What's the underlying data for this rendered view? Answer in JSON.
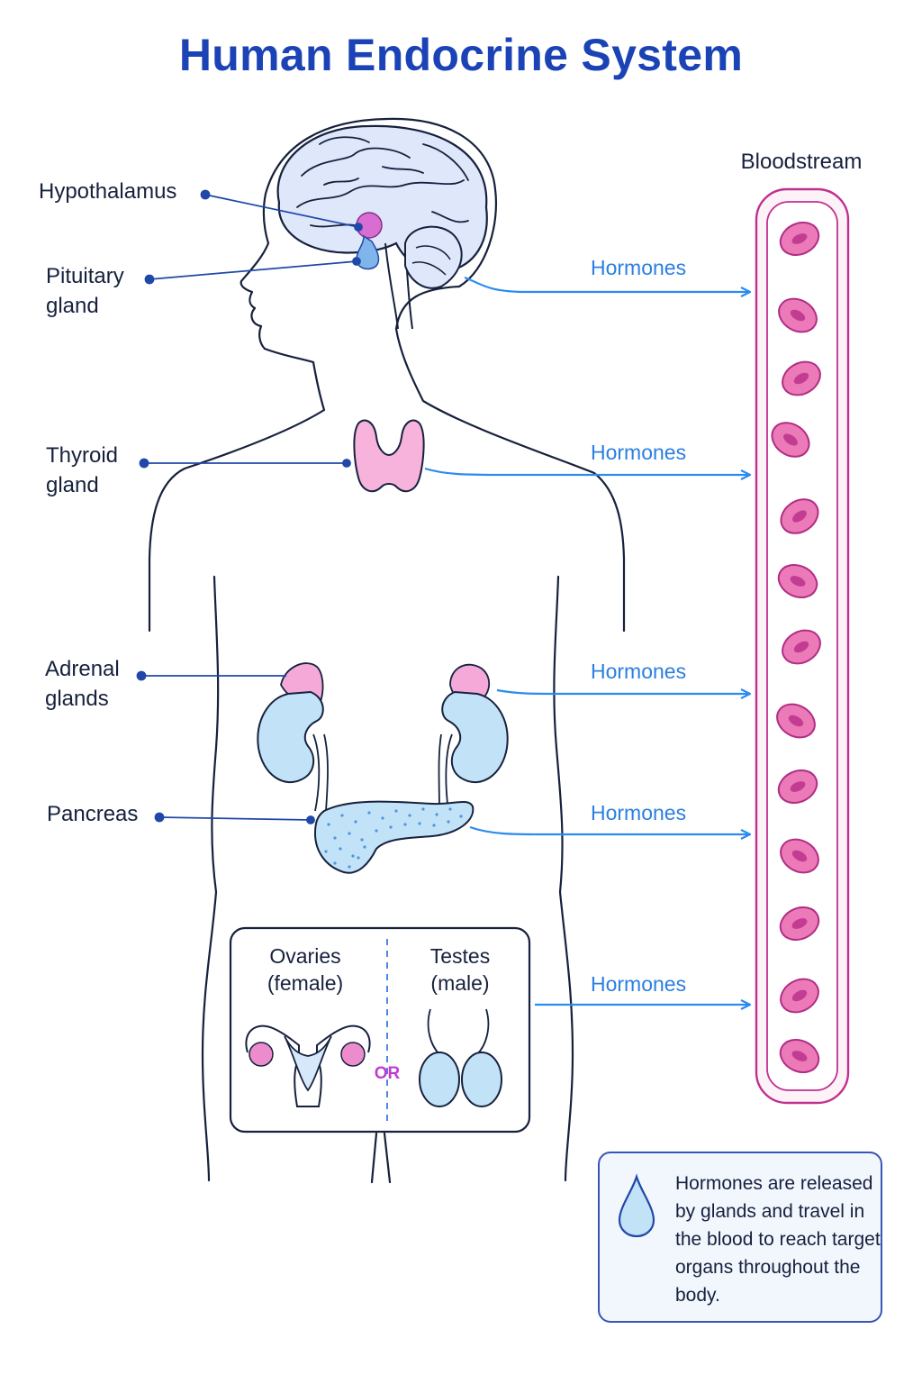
{
  "title": "Human Endocrine System",
  "bloodstream_label": "Bloodstream",
  "glands": [
    {
      "id": "hypothalamus",
      "label": "Hypothalamus"
    },
    {
      "id": "pituitary",
      "label": "Pituitary\ngland"
    },
    {
      "id": "thyroid",
      "label": "Thyroid\ngland"
    },
    {
      "id": "adrenal",
      "label": "Adrenal\nglands"
    },
    {
      "id": "pancreas",
      "label": "Pancreas"
    }
  ],
  "hormone_arrows": [
    "Hormones",
    "Hormones",
    "Hormones",
    "Hormones",
    "Hormones"
  ],
  "reproductive": {
    "ovaries_label": "Ovaries\n(female)",
    "testes_label": "Testes\n(male)",
    "or_label": "OR"
  },
  "info_box": {
    "text": "Hormones are released by glands and travel in the blood to reach target organs throughout the body.",
    "icon": "drop-icon"
  },
  "colors": {
    "title": "#1b43b5",
    "outline": "#16213d",
    "leader_line": "#2048a8",
    "hormone_arrow": "#2b8bef",
    "blood_vessel": "#c0308f",
    "blood_cell_fill": "#ec7ab8",
    "gland_pink": "#f4a9d9",
    "gland_blue": "#bfe0f7",
    "or_text": "#c13bd1"
  },
  "icons": [
    "brain-icon",
    "pituitary-icon",
    "thyroid-icon",
    "adrenal-icon",
    "kidney-icon",
    "pancreas-icon",
    "uterus-icon",
    "testes-icon",
    "red-blood-cell-icon",
    "drop-icon"
  ]
}
